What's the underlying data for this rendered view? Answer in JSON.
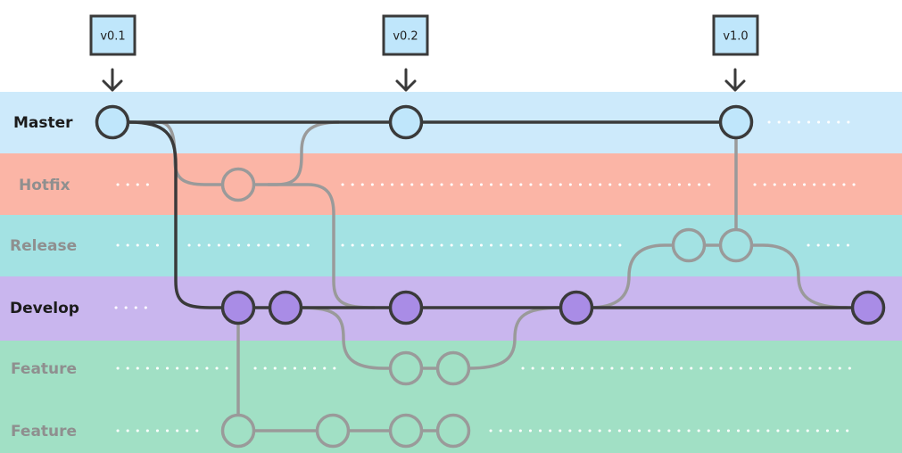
{
  "lanes": [
    {
      "label": "Master",
      "band_color": "#cdeafb",
      "label_color": "#1c1c1c",
      "dot_color": "#ffffff"
    },
    {
      "label": "Hotfix",
      "band_color": "#fbb5a6",
      "label_color": "#8f8f8f",
      "dot_color": "#ffffff"
    },
    {
      "label": "Release",
      "band_color": "#a3e2e3",
      "label_color": "#8f8f8f",
      "dot_color": "#ffffff"
    },
    {
      "label": "Develop",
      "band_color": "#c9b6ee",
      "label_color": "#1c1c1c",
      "dot_color": "#ffffff"
    },
    {
      "label": "Feature",
      "band_color": "#a1e0c5",
      "label_color": "#8f8f8f",
      "dot_color": "#ffffff"
    },
    {
      "label": "Feature",
      "band_color": "#a1e0c5",
      "label_color": "#8f8f8f",
      "dot_color": "#ffffff"
    }
  ],
  "tags": [
    {
      "label": "v0.1",
      "fill": "#bfe6fb"
    },
    {
      "label": "v0.2",
      "fill": "#bfe6fb"
    },
    {
      "label": "v1.0",
      "fill": "#bfe6fb"
    }
  ],
  "colors": {
    "main_line": "#3a3a3a",
    "secondary_line": "#9a9a9a",
    "master_commit": "#bfe6fb",
    "develop_commit": "#a98ce6"
  },
  "commits": {
    "master_count": 3,
    "hotfix_count": 1,
    "release_count": 2,
    "develop_count": 5,
    "feature_1_count": 2,
    "feature_2_count": 4
  }
}
